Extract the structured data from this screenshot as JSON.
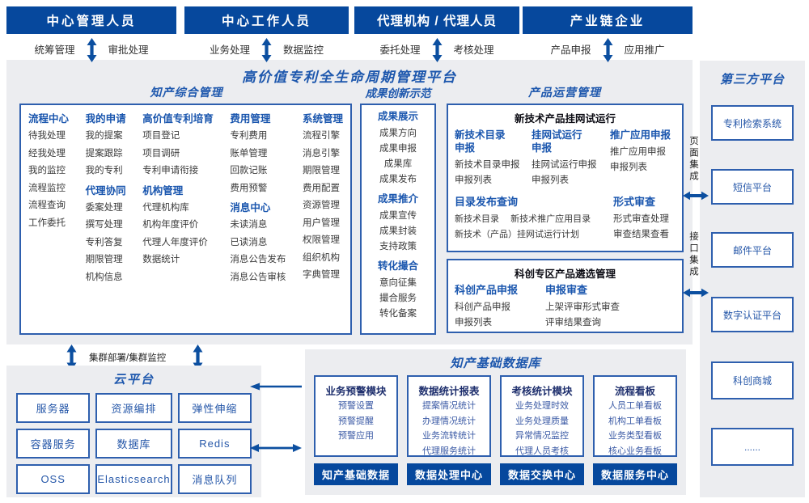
{
  "palette": {
    "dark_blue": "#06489d",
    "border_blue": "#2e5fae",
    "title_blue": "#1d57ad",
    "group_blue": "#1a56ae",
    "navy": "#1e2f6d",
    "item_gray": "#3a3a3a",
    "db_item_blue": "#3b5aa5",
    "bg_gray": "#ecedf0",
    "arrow_blue": "#0c4fa0"
  },
  "top_roles": [
    {
      "title": "中心管理人员",
      "left_label": "统筹管理",
      "right_label": "审批处理"
    },
    {
      "title": "中心工作人员",
      "left_label": "业务处理",
      "right_label": "数据监控"
    },
    {
      "title": "代理机构 / 代理人员",
      "left_label": "委托处理",
      "right_label": "考核处理"
    },
    {
      "title": "产业链企业",
      "left_label": "产品申报",
      "right_label": "应用推广"
    }
  ],
  "platform": {
    "title": "高价值专利全生命周期管理平台",
    "ip_mgmt": {
      "title": "知产综合管理",
      "columns": [
        {
          "groups": [
            {
              "header": "流程中心",
              "items": [
                "待我处理",
                "经我处理",
                "我的监控",
                "流程监控",
                "流程查询",
                "工作委托"
              ]
            }
          ]
        },
        {
          "groups": [
            {
              "header": "我的申请",
              "items": [
                "我的提案",
                "提案跟踪",
                "我的专利"
              ]
            },
            {
              "header": "代理协同",
              "items": [
                "委案处理",
                "撰写处理",
                "专利答复",
                "期限管理",
                "机构信息"
              ]
            }
          ]
        },
        {
          "groups": [
            {
              "header": "高价值专利培育",
              "items": [
                "项目登记",
                "项目调研",
                "专利申请衔接"
              ]
            },
            {
              "header": "机构管理",
              "items": [
                "代理机构库",
                "机构年度评价",
                "代理人年度评价",
                "数据统计"
              ]
            }
          ]
        },
        {
          "groups": [
            {
              "header": "费用管理",
              "items": [
                "专利费用",
                "账单管理",
                "回款记账",
                "费用预警"
              ]
            },
            {
              "header": "消息中心",
              "items": [
                "未读消息",
                "已读消息",
                "消息公告发布",
                "消息公告审核"
              ]
            }
          ]
        },
        {
          "groups": [
            {
              "header": "系统管理",
              "items": [
                "流程引擎",
                "消息引擎",
                "期限管理",
                "费用配置",
                "资源管理",
                "用户管理",
                "权限管理",
                "组织机构",
                "字典管理"
              ]
            }
          ]
        }
      ]
    },
    "achievement": {
      "title": "成果创新示范",
      "groups": [
        {
          "header": "成果展示",
          "items": [
            "成果方向",
            "成果申报",
            "成果库",
            "成果发布"
          ]
        },
        {
          "header": "成果推介",
          "items": [
            "成果宣传",
            "成果封装",
            "支持政策"
          ]
        },
        {
          "header": "转化撮合",
          "items": [
            "意向征集",
            "撮合服务",
            "转化备案"
          ]
        }
      ]
    },
    "product_ops": {
      "title": "产品运营管理",
      "trial_box": {
        "title": "新技术产品挂网试运行",
        "groups_row1": [
          {
            "header": "新技术目录申报",
            "items": [
              "新技术目录申报",
              "申报列表"
            ]
          },
          {
            "header": "挂网试运行申报",
            "items": [
              "挂网试运行申报",
              "申报列表"
            ]
          },
          {
            "header": "推广应用申报",
            "items": [
              "推广应用申报",
              "申报列表"
            ]
          }
        ],
        "catalog_query": {
          "header": "目录发布查询",
          "line1_left": "新技术目录",
          "line1_right": "新技术推广应用目录",
          "line2": "新技术（产品）挂网试运行计划"
        },
        "formal_review": {
          "header": "形式审查",
          "items": [
            "形式审查处理",
            "审查结果查看"
          ]
        }
      },
      "selection_box": {
        "title": "科创专区产品遴选管理",
        "groups": [
          {
            "header": "科创产品申报",
            "items": [
              "科创产品申报",
              "申报列表"
            ]
          },
          {
            "header": "申报审查",
            "items": [
              "上架评审形式审查",
              "评审结果查询"
            ]
          }
        ]
      }
    }
  },
  "cluster_label": "集群部署/集群监控",
  "cloud": {
    "title": "云平台",
    "items": [
      "服务器",
      "资源编排",
      "弹性伸缩",
      "容器服务",
      "数据库",
      "Redis",
      "OSS",
      "Elasticsearch",
      "消息队列"
    ]
  },
  "database": {
    "title": "知产基础数据库",
    "modules": [
      {
        "header": "业务预警模块",
        "items": [
          "预警设置",
          "预警提醒",
          "预警应用"
        ],
        "button": "知产基础数据"
      },
      {
        "header": "数据统计报表",
        "items": [
          "提案情况统计",
          "办理情况统计",
          "业务流转统计",
          "代理服务统计"
        ],
        "button": "数据处理中心"
      },
      {
        "header": "考核统计模块",
        "items": [
          "业务处理时效",
          "业务处理质量",
          "异常情况监控",
          "代理人员考核"
        ],
        "button": "数据交换中心"
      },
      {
        "header": "流程看板",
        "items": [
          "人员工单看板",
          "机构工单看板",
          "业务类型看板",
          "核心业务看板"
        ],
        "button": "数据服务中心"
      }
    ]
  },
  "third_party": {
    "title": "第三方平台",
    "items": [
      "专利检索系统",
      "短信平台",
      "邮件平台",
      "数字认证平台",
      "科创商城",
      "......"
    ]
  },
  "integration": {
    "page": "页面集成",
    "interface": "接口集成"
  }
}
